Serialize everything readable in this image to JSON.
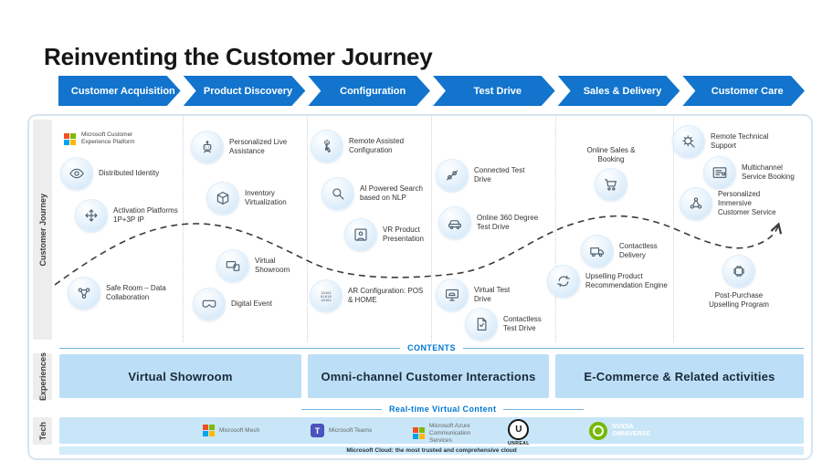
{
  "title": "Reinventing the Customer Journey",
  "stages": [
    "Customer Acquisition",
    "Product Discovery",
    "Configuration",
    "Test Drive",
    "Sales & Delivery",
    "Customer Care"
  ],
  "rails": {
    "journey": "Customer Journey",
    "experiences": "Experiences",
    "tech": "Tech"
  },
  "journey": {
    "columns": [
      {
        "stage": "Customer Acquisition",
        "items": [
          {
            "icon": "microsoft-logo",
            "label": "Microsoft Customer Experience Platform"
          },
          {
            "icon": "eye",
            "label": "Distributed Identity"
          },
          {
            "icon": "move",
            "label": "Activation Platforms 1P+3P IP"
          },
          {
            "icon": "collaboration",
            "label": "Safe Room – Data Collaboration"
          }
        ]
      },
      {
        "stage": "Product Discovery",
        "items": [
          {
            "icon": "assistant",
            "label": "Personalized Live Assistance"
          },
          {
            "icon": "cube",
            "label": "Inventory Virtualization"
          },
          {
            "icon": "screens",
            "label": "Virtual Showroom"
          },
          {
            "icon": "vr-goggles",
            "label": "Digital Event"
          }
        ]
      },
      {
        "stage": "Configuration",
        "items": [
          {
            "icon": "tap",
            "label": "Remote Assisted Configuration"
          },
          {
            "icon": "search",
            "label": "AI Powered Search based on NLP"
          },
          {
            "icon": "vr-person",
            "label": "VR Product Presentation"
          },
          {
            "icon": "binary",
            "label": "AR Configuration: POS & HOME"
          }
        ]
      },
      {
        "stage": "Test Drive",
        "items": [
          {
            "icon": "connected",
            "label": "Connected Test Drive"
          },
          {
            "icon": "car",
            "label": "Online 360 Degree Test Drive"
          },
          {
            "icon": "screen-car",
            "label": "Virtual Test Drive"
          },
          {
            "icon": "document-check",
            "label": "Contactless Test Drive"
          }
        ]
      },
      {
        "stage": "Sales & Delivery",
        "items": [
          {
            "icon": "cart",
            "label": "Online Sales & Booking"
          },
          {
            "icon": "truck",
            "label": "Contactless Delivery"
          },
          {
            "icon": "refresh",
            "label": "Upselling Product Recommendation Engine"
          }
        ]
      },
      {
        "stage": "Customer Care",
        "items": [
          {
            "icon": "gear-search",
            "label": "Remote Technical Support"
          },
          {
            "icon": "form",
            "label": "Multichannel Service Booking"
          },
          {
            "icon": "nodes",
            "label": "Personalized Immersive Customer Service"
          },
          {
            "icon": "chip",
            "label": "Post-Purchase Upselling Program"
          }
        ]
      }
    ]
  },
  "dividers": {
    "contents": "CONTENTS",
    "realtime": "Real-time Virtual Content"
  },
  "experiences": [
    "Virtual Showroom",
    "Omni-channel Customer Interactions",
    "E-Commerce & Related activities"
  ],
  "tech": [
    {
      "icon": "microsoft-logo",
      "label": "Microsoft Mesh"
    },
    {
      "icon": "teams-logo",
      "label": "Microsoft Teams"
    },
    {
      "icon": "microsoft-logo",
      "label": "Microsoft Azure Communication Services"
    },
    {
      "icon": "unreal-logo",
      "label": "UNREAL"
    },
    {
      "icon": "nvidia-logo",
      "label": "NVIDIA OMNIVERSE"
    }
  ],
  "footer": "Microsoft Cloud: the most trusted and comprehensive cloud",
  "colors": {
    "stage_blue": "#1274CC",
    "panel_fill": "#BCDFF7",
    "tech_fill": "#C8E6F8",
    "footer_fill": "#D2ECFB",
    "accent_text": "#0078D4",
    "ms_red": "#F25022",
    "ms_green": "#7FBA00",
    "ms_blue": "#00A4EF",
    "ms_yellow": "#FFB900",
    "teams_purple": "#4B53BC",
    "nvidia_green": "#76B900"
  }
}
